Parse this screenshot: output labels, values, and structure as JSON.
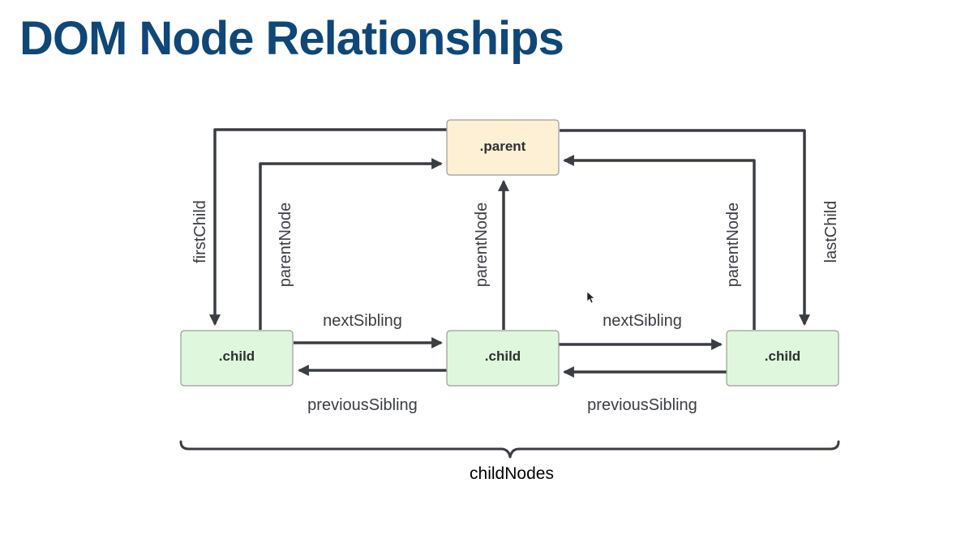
{
  "title": "DOM Node Relationships",
  "nodes": {
    "parent": ".parent",
    "child_left": ".child",
    "child_middle": ".child",
    "child_right": ".child"
  },
  "edges": {
    "first_child": "firstChild",
    "last_child": "lastChild",
    "parent_node_left": "parentNode",
    "parent_node_middle": "parentNode",
    "parent_node_right": "parentNode",
    "next_sibling_left": "nextSibling",
    "next_sibling_right": "nextSibling",
    "previous_sibling_left": "previousSibling",
    "previous_sibling_right": "previousSibling"
  },
  "brace_label": "childNodes",
  "colors": {
    "title": "#0f4778",
    "parent_fill": "#fdf0d5",
    "child_fill": "#dff8dd",
    "arrow": "#3a3d42"
  }
}
